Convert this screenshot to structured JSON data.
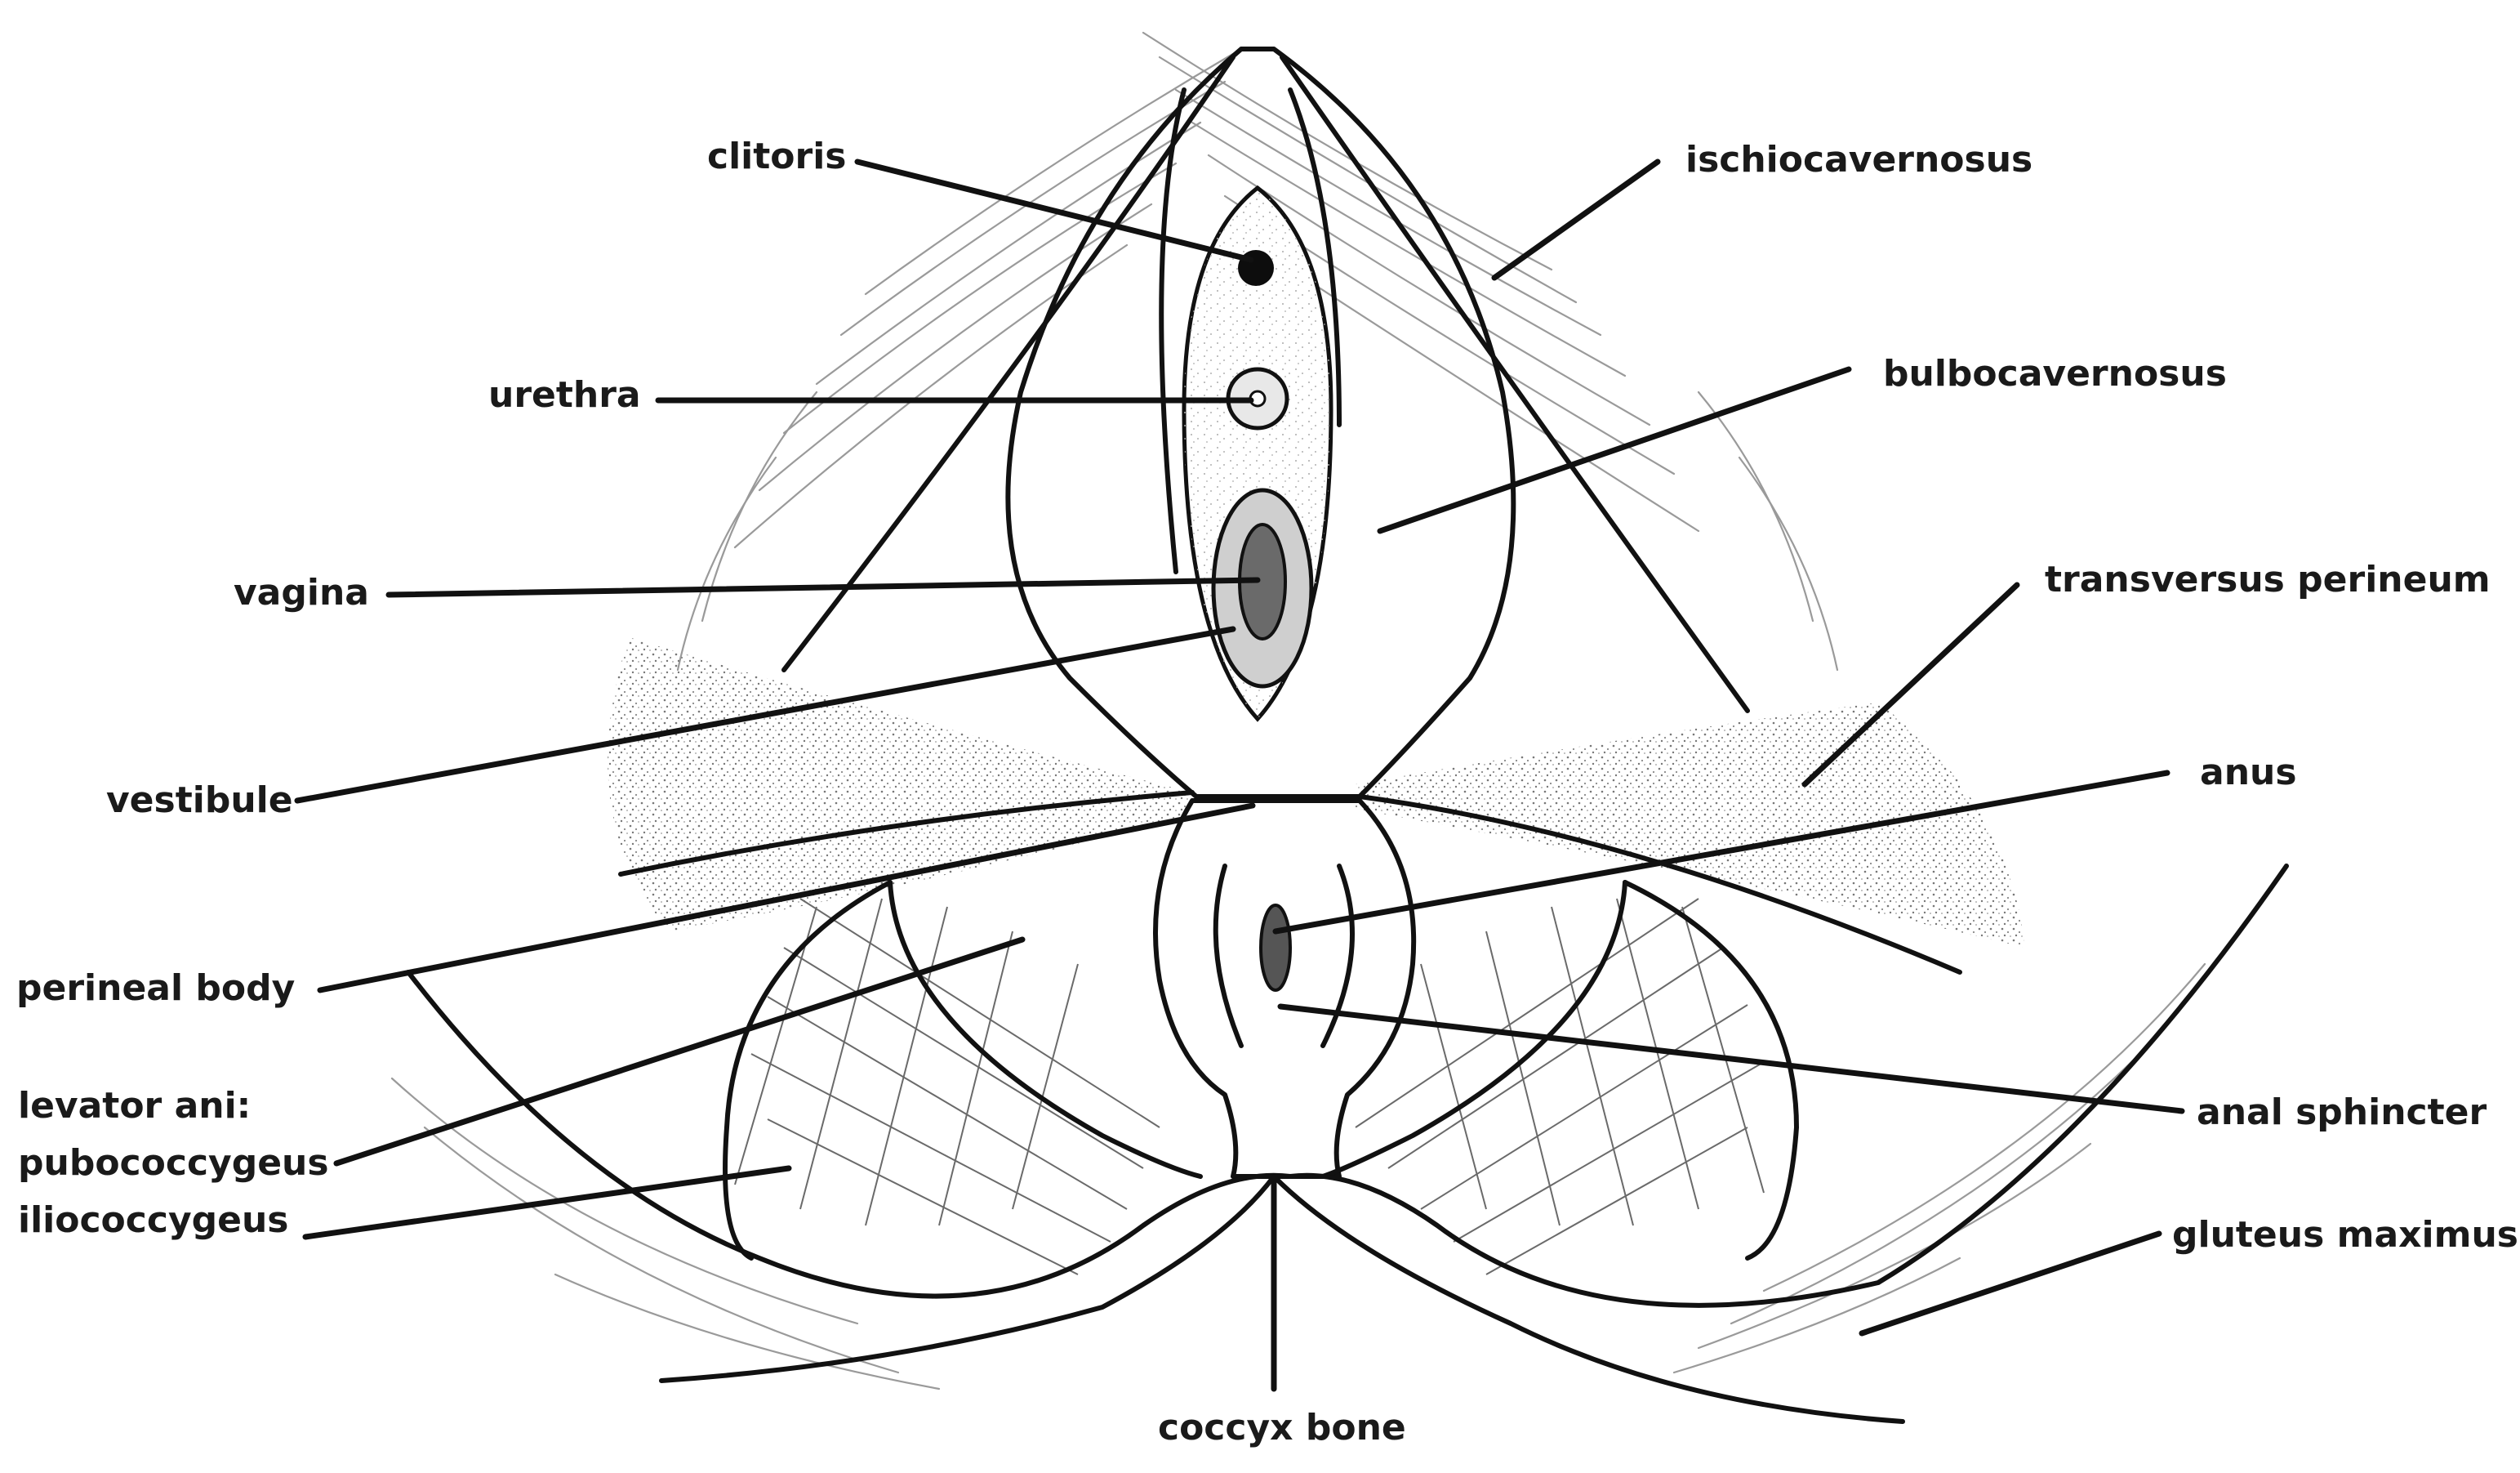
{
  "labels": {
    "clitoris": "clitoris",
    "ischiocavernosus": "ischiocavernosus",
    "urethra": "urethra",
    "bulbocavernosus": "bulbocavernosus",
    "vagina": "vagina",
    "transversus_perineum": "transversus perineum",
    "vestibule": "vestibule",
    "anus": "anus",
    "perineal_body": "perineal body",
    "levator_ani": "levator ani:",
    "pubococcygeus": "pubococcygeus",
    "iliococcygeus": "iliococcygeus",
    "anal_sphincter": "anal sphincter",
    "gluteus_maximus": "gluteus maximus",
    "coccyx_bone": "coccyx bone"
  },
  "colors": {
    "ink": "#111111",
    "label_text": "#1a1a1a",
    "shading": "#8c8c8c",
    "faint_lines": "#9a9a9a"
  }
}
